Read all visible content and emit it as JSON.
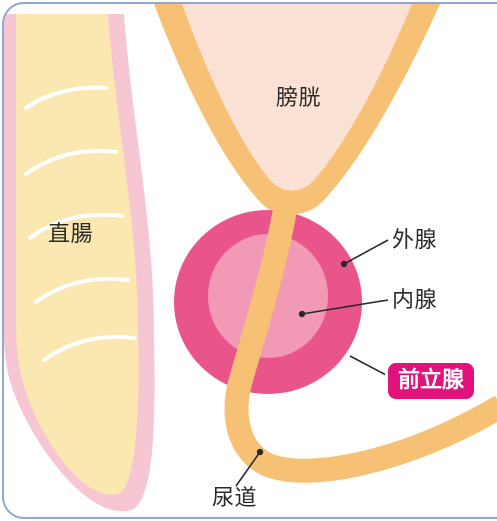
{
  "labels": {
    "bladder": "膀胱",
    "rectum": "直腸",
    "outer_gland": "外腺",
    "inner_gland": "内腺",
    "prostate": "前立腺",
    "urethra": "尿道"
  },
  "colors": {
    "frame": "#8fa6d6",
    "rectum_fill": "#fbe7b0",
    "rectum_outline": "#f6c7d3",
    "tube": "#f7c175",
    "bladder_fill": "#fbe2d4",
    "outer_gland": "#e9548b",
    "inner_gland": "#f29ab5",
    "badge": "#e2127b"
  }
}
